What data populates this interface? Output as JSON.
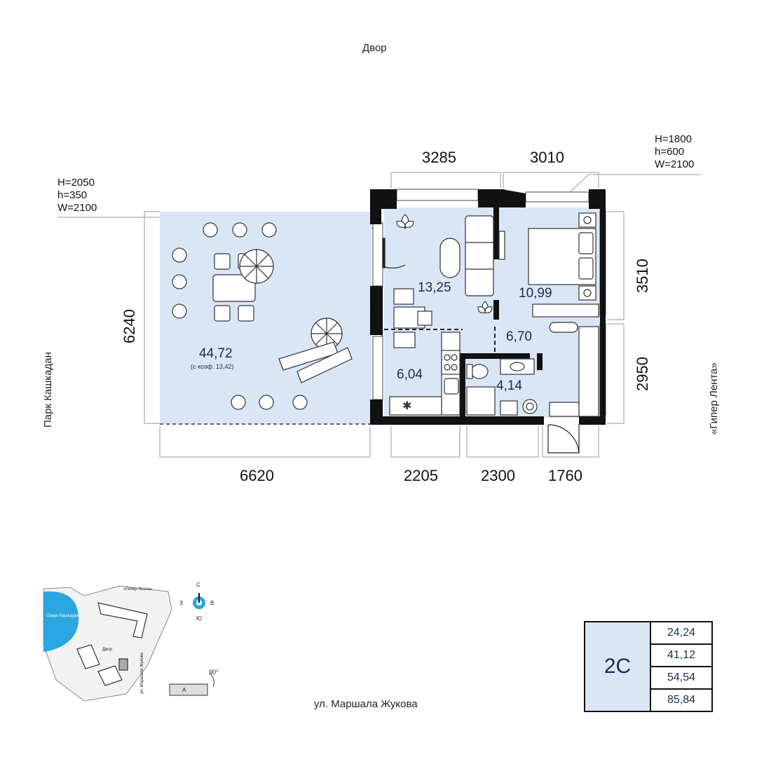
{
  "surroundings": {
    "top": "Двор",
    "left": "Парк Кашкадан",
    "right": "«Гипер Лента»",
    "bottom": "ул. Маршала Жукова"
  },
  "dimensions": {
    "top": [
      "3285",
      "3010"
    ],
    "bottom": [
      "6620",
      "2205",
      "2300",
      "1760"
    ],
    "left": [
      "6240"
    ],
    "right": [
      "3510",
      "2950"
    ]
  },
  "window_specs": {
    "left": {
      "H": "H=2050",
      "h": "h=350",
      "W": "W=2100"
    },
    "right": {
      "H": "H=1800",
      "h": "h=600",
      "W": "W=2100"
    }
  },
  "rooms": {
    "terrace": {
      "area": "44,72",
      "note": "(с коэф. 13,42)"
    },
    "living": {
      "area": "13,25"
    },
    "bedroom": {
      "area": "10,99"
    },
    "hall": {
      "area": "6,70"
    },
    "kitchen": {
      "area": "6,04"
    },
    "bathroom": {
      "area": "4,14"
    }
  },
  "apartment": {
    "type": "2С",
    "areas": [
      "24,24",
      "41,12",
      "54,54",
      "85,84"
    ]
  },
  "compass": {
    "n": "С",
    "s": "Ю",
    "w": "З",
    "e": "В"
  },
  "site_plan": {
    "lake": "Озеро Кашкадан",
    "store": "«Гипер Лента»",
    "yard": "Двор",
    "street": "ул. Маршала Жукова",
    "angle": "90°",
    "section": "А"
  },
  "colors": {
    "floor": "#d9e6f6",
    "wall": "#111111",
    "text_accent": "#1c2a4e"
  }
}
